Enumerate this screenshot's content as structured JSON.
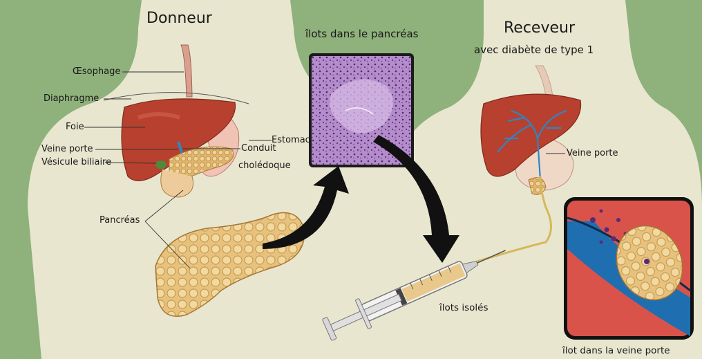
{
  "donor": {
    "title": "Donneur",
    "labels": {
      "esophagus": "Œsophage",
      "diaphragm": "Diaphragme",
      "liver": "Foie",
      "portal_vein": "Veine porte",
      "gallbladder": "Vésicule biliaire",
      "stomach": "Estomac",
      "bile_duct_1": "Conduit",
      "bile_duct_2": "cholédoque",
      "pancreas": "Pancréas"
    }
  },
  "islets_in_pancreas": "îlots dans le pancréas",
  "recipient": {
    "title": "Receveur",
    "subtitle": "avec diabète de type 1",
    "portal_vein": "Veine porte"
  },
  "isolated_islets": "îlots isolés",
  "islet_in_portal_vein": "îlot dans la veine porte",
  "colors": {
    "background_green": "#8fb17c",
    "body_silhouette": "#e8e6cf",
    "liver": "#b8402e",
    "pancreas": "#e7c27e",
    "histology": "#8d6aa8",
    "vein_blue": "#2d86c4",
    "arrow": "#111111"
  }
}
